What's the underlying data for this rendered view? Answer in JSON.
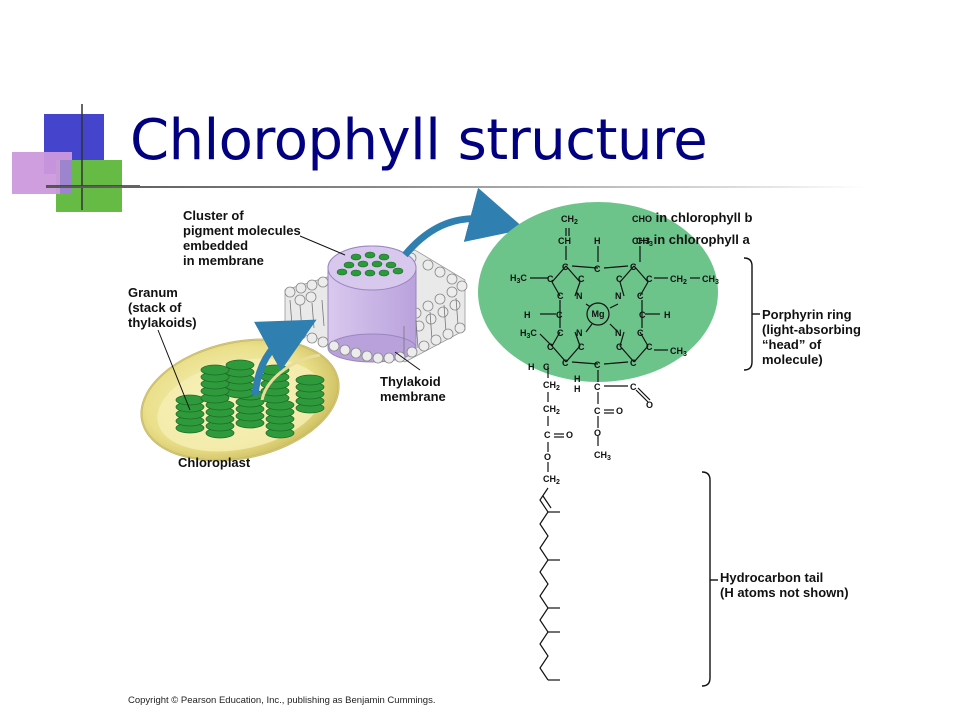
{
  "slide": {
    "title": "Chlorophyll structure",
    "copyright": "Copyright © Pearson Education, Inc., publishing as Benjamin Cummings."
  },
  "diagram": {
    "labels": {
      "cluster": [
        "Cluster of",
        "pigment molecules",
        "embedded",
        "in membrane"
      ],
      "granum": [
        "Granum",
        "(stack of",
        "thylakoids)"
      ],
      "thylakoid": [
        "Thylakoid",
        "membrane"
      ],
      "chloroplast": "Chloroplast",
      "cho_prefix": "CHO",
      "cho_text": "in chlorophyll b",
      "ch3_prefix": "CH3",
      "ch3_text": "in chlorophyll a",
      "porphyrin": [
        "Porphyrin ring",
        "(light-absorbing",
        "“head” of",
        "molecule)"
      ],
      "tail": [
        "Hydrocarbon tail",
        "(H atoms not shown)"
      ]
    },
    "center_atom": "Mg"
  },
  "colors": {
    "title": "#000080",
    "porphyrin_fill": "#6cc48a",
    "arrow": "#2f7fb0",
    "deco_blue": "#4444cc",
    "deco_purple": "#cc99dd",
    "deco_green": "#66bb44"
  }
}
